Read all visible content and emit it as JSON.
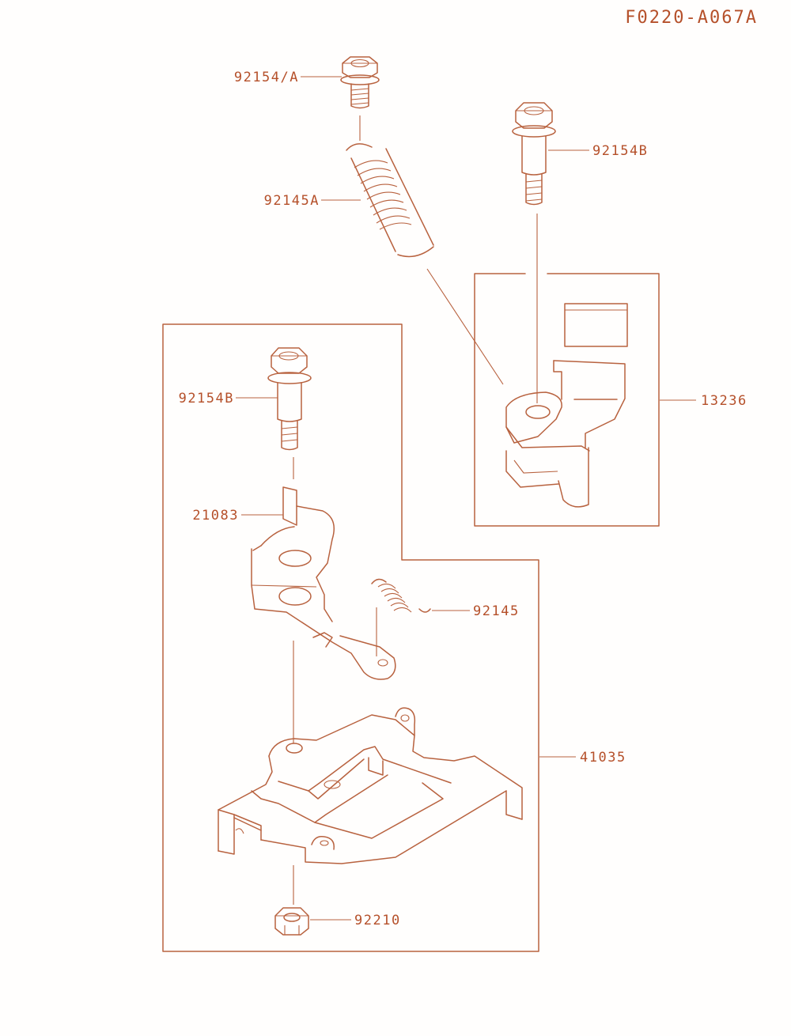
{
  "diagram": {
    "code": "F0220-A067A",
    "line_color": "#b8623f",
    "text_color": "#b5502a",
    "callouts": {
      "bolt_top": "92154/A",
      "spring_large": "92145A",
      "bolt_right": "92154B",
      "bracket_right": "13236",
      "bolt_left": "92154B",
      "lever": "21083",
      "spring_small": "92145",
      "plate": "41035",
      "nut": "92210"
    }
  }
}
